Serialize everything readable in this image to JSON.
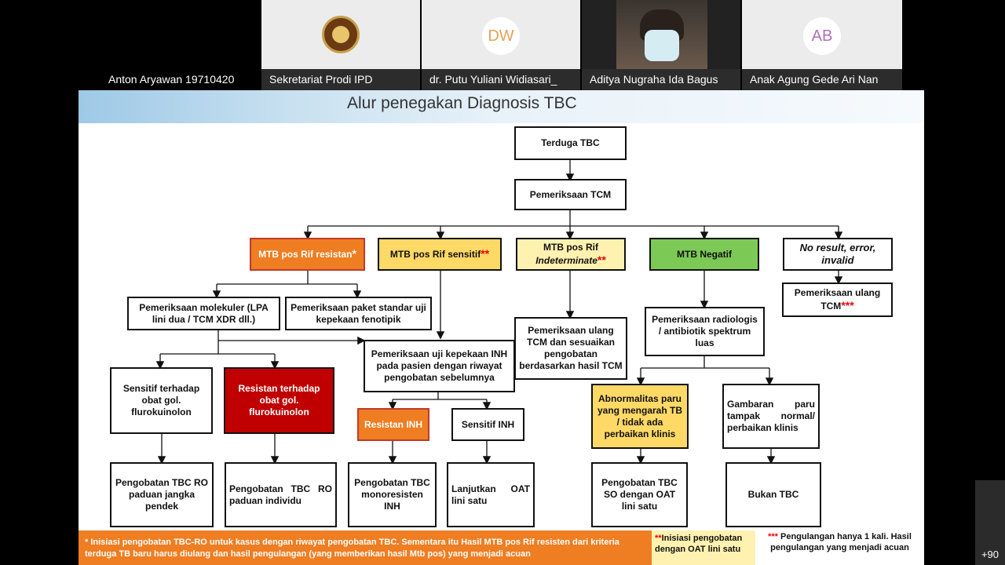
{
  "participants": [
    {
      "name": "Anton Aryawan 19710420",
      "avatar": ""
    },
    {
      "name": "Sekretariat Prodi IPD",
      "avatar": "logo"
    },
    {
      "name": "dr. Putu Yuliani Widiasari_",
      "avatar": "DW"
    },
    {
      "name": "Aditya Nugraha Ida Bagus",
      "avatar": "video"
    },
    {
      "name": "Anak Agung Gede Ari Nan",
      "avatar": "AB"
    }
  ],
  "more_participants": "+90",
  "slide": {
    "title": "Alur penegakan Diagnosis TBC",
    "boxes": {
      "terduga": "Terduga TBC",
      "tcm": "Pemeriksaan TCM",
      "rif_resistan": "MTB pos Rif resistan",
      "rif_sensitif": "MTB pos Rif sensitif",
      "rif_indet_1": "MTB pos Rif",
      "rif_indet_2": "Indeterminate",
      "negatif": "MTB Negatif",
      "no_result": "No result, error, invalid",
      "molekuler": "Pemeriksaan molekuler (LPA lini dua / TCM XDR dll.)",
      "paket": "Pemeriksaan paket standar uji kepekaan fenotipik",
      "uji_inh": "Pemeriksaan uji kepekaan INH pada pasien dengan riwayat pengobatan sebelumnya",
      "ulang_tcm_sesuai": "Pemeriksaan ulang TCM dan sesuaikan pengobatan berdasarkan hasil TCM",
      "radiologis": "Pemeriksaan radiologis / antibiotik spektrum luas",
      "ulang_tcm": "Pemeriksaan ulang TCM",
      "sensitif_fq": "Sensitif terhadap obat gol. flurokuinolon",
      "resistan_fq": "Resistan terhadap obat gol. flurokuinolon",
      "resistan_inh": "Resistan INH",
      "sensitif_inh": "Sensitif INH",
      "abnormal": "Abnormalitas paru yang mengarah TB / tidak ada perbaikan klinis",
      "gambaran": "Gambaran paru tampak normal/ perbaikan klinis",
      "ro_pendek": "Pengobatan TBC RO paduan jangka pendek",
      "ro_individu": "Pengobatan TBC RO paduan individu",
      "monoresisten": "Pengobatan TBC monoresisten INH",
      "lanjutkan": "Lanjutkan OAT lini satu",
      "so": "Pengobatan TBC SO dengan OAT lini satu",
      "bukan": "Bukan TBC"
    },
    "marks": {
      "one": "*",
      "two": "**",
      "three": "***"
    },
    "footnotes": {
      "note1": "* Inisiasi pengobatan TBC-RO untuk kasus dengan riwayat pengobatan TBC. Sementara itu Hasil MTB pos Rif resisten dari kriteria terduga TB baru harus diulang dan hasil pengulangan (yang memberikan hasil Mtb pos) yang menjadi acuan",
      "note2_mark": "**",
      "note2": "Inisiasi pengobatan dengan OAT lini satu",
      "note3_mark": "***",
      "note3": "Pengulangan hanya 1 kali. Hasil pengulangan yang menjadi acuan"
    }
  },
  "colors": {
    "orange": "#ef7d22",
    "yellow": "#ffd966",
    "light_yellow": "#fff2b0",
    "green": "#7dc955",
    "dark_red": "#c00000",
    "asterisk_red": "#e00000"
  }
}
